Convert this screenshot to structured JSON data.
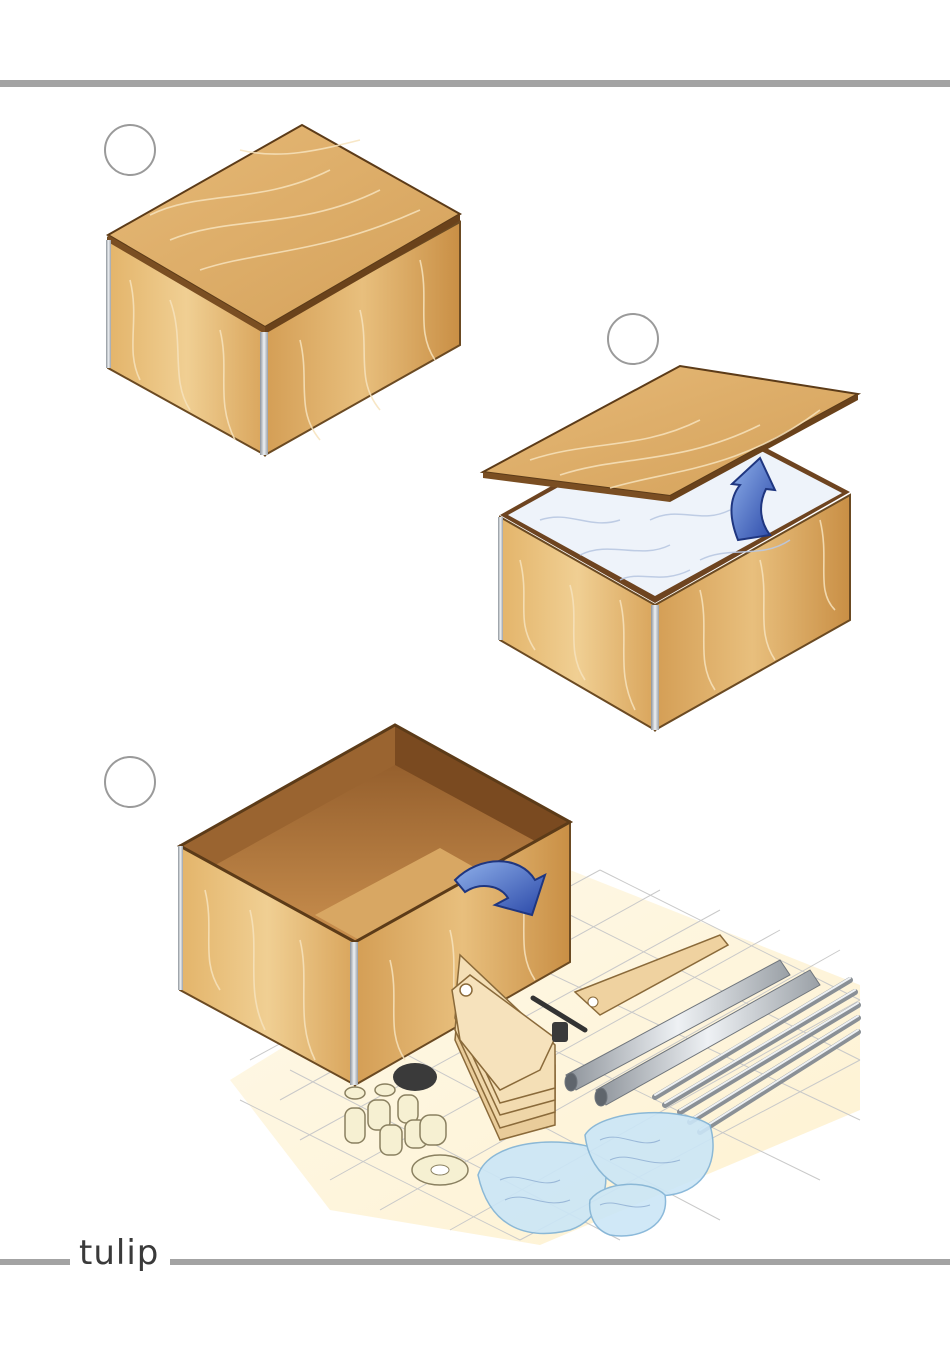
{
  "footer": {
    "brand": "tulip"
  },
  "colors": {
    "rule": "#a3a3a3",
    "wood_light": "#e8c181",
    "wood_mid": "#d9a760",
    "wood_dark": "#8a5a2b",
    "edge_metal": "#c8ccd0",
    "arrow_blue": "#3856b0",
    "paper_white": "#eef3fa"
  },
  "steps": [
    {
      "icon": "closed-crate-illustration"
    },
    {
      "icon": "lid-lift-illustration"
    },
    {
      "icon": "unpack-parts-illustration"
    }
  ]
}
